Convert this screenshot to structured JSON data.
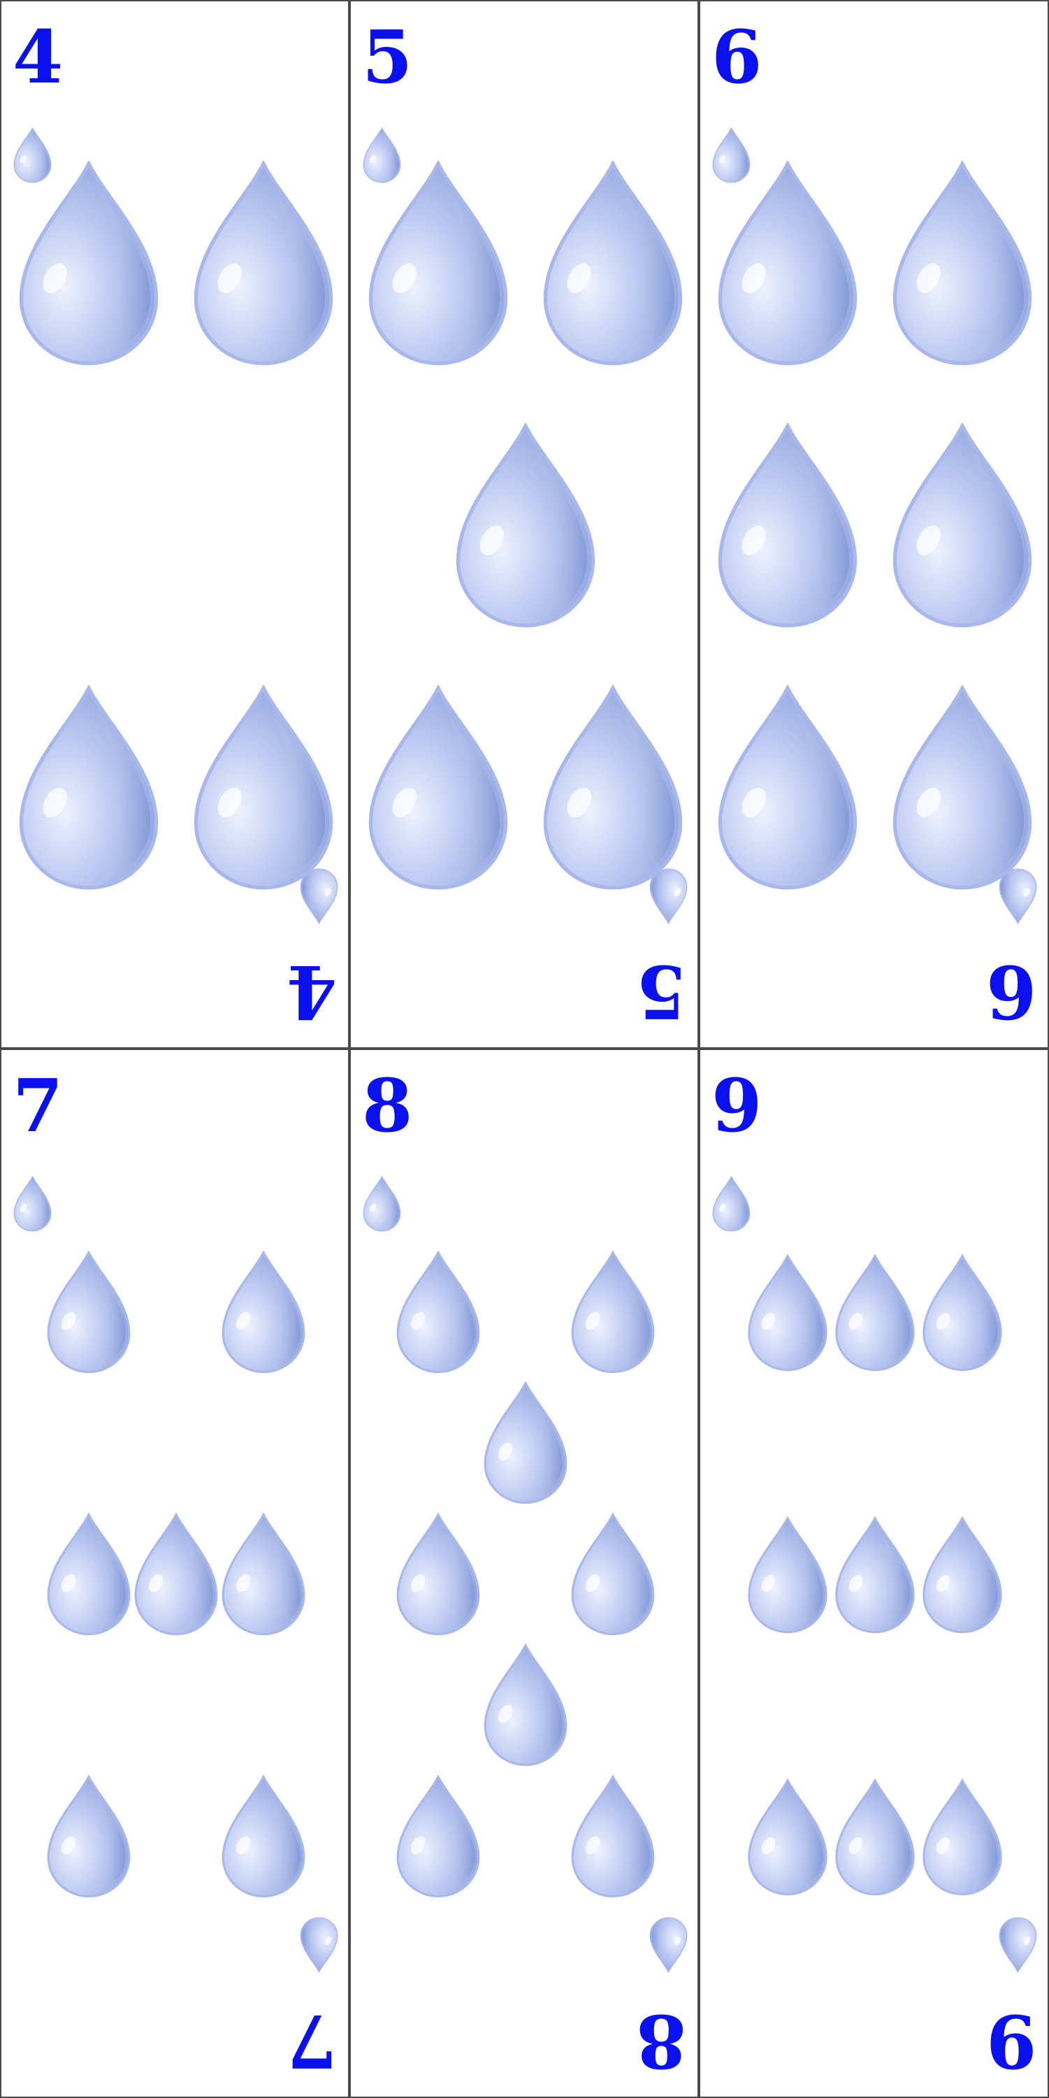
{
  "suit": {
    "name": "water-drop",
    "colors": {
      "highlight": "#e9eeff",
      "mid": "#b4c3ef",
      "deep": "#7e95d6",
      "edge": "#a6b6ea",
      "rank": "#0a10ee"
    }
  },
  "cards": [
    {
      "rank": "4",
      "count": 4
    },
    {
      "rank": "5",
      "count": 5
    },
    {
      "rank": "6",
      "count": 6
    },
    {
      "rank": "7",
      "count": 7
    },
    {
      "rank": "8",
      "count": 8
    },
    {
      "rank": "9",
      "count": 9
    }
  ]
}
